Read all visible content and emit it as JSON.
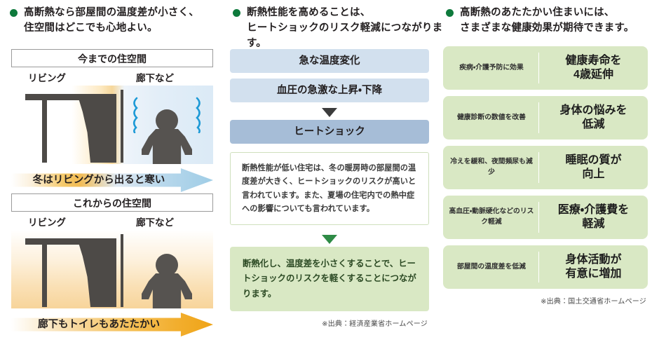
{
  "colors": {
    "bullet_green": "#0e7a3c",
    "flow_light_blue": "#d2e0ee",
    "flow_dark_blue": "#a6bdd7",
    "benefit_green": "#d9e8c4",
    "shiver_blue": "#1e9ad6",
    "figure_gray": "#565350"
  },
  "left": {
    "heading_line1": "高断熱なら部屋間の温度差が小さく、",
    "heading_line2": "住空間はどこでも心地よい。",
    "panels": [
      {
        "title": "今までの住空間",
        "room_left": "リビング",
        "room_right": "廊下など",
        "arrow_text": "冬はリビングから出ると寒い",
        "shivering": true
      },
      {
        "title": "これからの住空間",
        "room_left": "リビング",
        "room_right": "廊下など",
        "arrow_text": "廊下もトイレもあたたかい",
        "shivering": false
      }
    ]
  },
  "middle": {
    "heading_line1": "断熱性能を高めることは、",
    "heading_line2": "ヒートショックのリスク軽減につながります。",
    "flow": [
      {
        "label": "急な温度変化",
        "tone": "light"
      },
      {
        "label": "血圧の急激な上昇・下降",
        "tone": "light"
      },
      {
        "label": "ヒートショック",
        "tone": "dark"
      }
    ],
    "note_text": "断熱性能が低い住宅は、冬の暖房時の部屋間の温度差が大きく、ヒートショックのリスクが高いと言われています。また、夏場の住宅内での熱中症への影響についても言われています。",
    "conclusion_text": "断熱化し、温度差を小さくすることで、ヒートショックのリスクを軽くすることにつながります。",
    "source": "※出典：経済産業省ホームページ"
  },
  "right": {
    "heading_line1": "高断熱のあたたかい住まいには、",
    "heading_line2": "さまざまな健康効果が期待できます。",
    "benefits": [
      {
        "cause": "疾病・介護予防に効果",
        "effect_line1": "健康寿命を",
        "effect_line2": "4歳延伸"
      },
      {
        "cause": "健康診断の数値を改善",
        "effect_line1": "身体の悩みを",
        "effect_line2": "低減"
      },
      {
        "cause": "冷えを緩和、夜間頻尿も減少",
        "effect_line1": "睡眠の質が",
        "effect_line2": "向上"
      },
      {
        "cause": "高血圧・動脈硬化などのリスク軽減",
        "effect_line1": "医療・介護費を",
        "effect_line2": "軽減"
      },
      {
        "cause": "部屋間の温度差を低減",
        "effect_line1": "身体活動が",
        "effect_line2": "有意に増加"
      }
    ],
    "source": "※出典：国土交通省ホームページ"
  }
}
